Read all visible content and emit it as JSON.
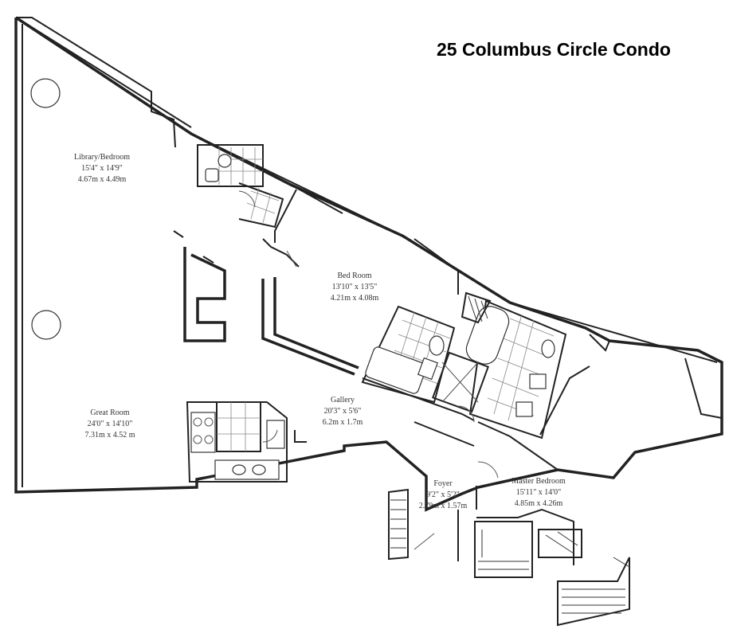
{
  "title": "25 Columbus Circle Condo",
  "rooms": [
    {
      "name": "Library/Bedroom",
      "imperial": "15'4\" x 14'9\"",
      "metric": "4.67m x 4.49m"
    },
    {
      "name": "Bed Room",
      "imperial": "13'10\" x 13'5\"",
      "metric": "4.21m x 4.08m"
    },
    {
      "name": "Great Room",
      "imperial": "24'0\" x 14'10\"",
      "metric": "7.31m x 4.52 m"
    },
    {
      "name": "Gallery",
      "imperial": "20'3\" x 5'6\"",
      "metric": "6.2m x 1.7m"
    },
    {
      "name": "Foyer",
      "imperial": "9'2\" x 5'2\"",
      "metric": "2.79m x 1.57m"
    },
    {
      "name": "Master Bedroom",
      "imperial": "15'11\" x 14'0\"",
      "metric": "4.85m x 4.26m"
    }
  ]
}
